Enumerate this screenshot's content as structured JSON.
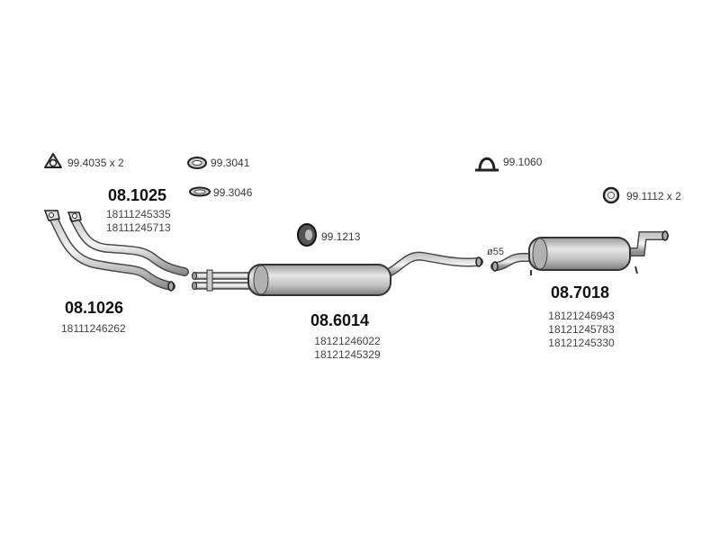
{
  "hardware": {
    "gasket_triangle": "99.4035 x 2",
    "ring_top": "99.3041",
    "ring_bottom": "99.3046",
    "clamp": "99.1060",
    "ring_right": "99.1112 x 2",
    "ring_middle": "99.1213",
    "diameter": "ø55"
  },
  "parts": {
    "front_pipe_upper": {
      "number": "08.1025",
      "refs": [
        "18111245335",
        "18111245713"
      ]
    },
    "front_pipe_lower": {
      "number": "08.1026",
      "refs": [
        "18111246262"
      ]
    },
    "center_muffler": {
      "number": "08.6014",
      "refs": [
        "18121246022",
        "18121245329"
      ]
    },
    "rear_muffler": {
      "number": "08.7018",
      "refs": [
        "18121246943",
        "18121245783",
        "18121245330"
      ]
    }
  }
}
